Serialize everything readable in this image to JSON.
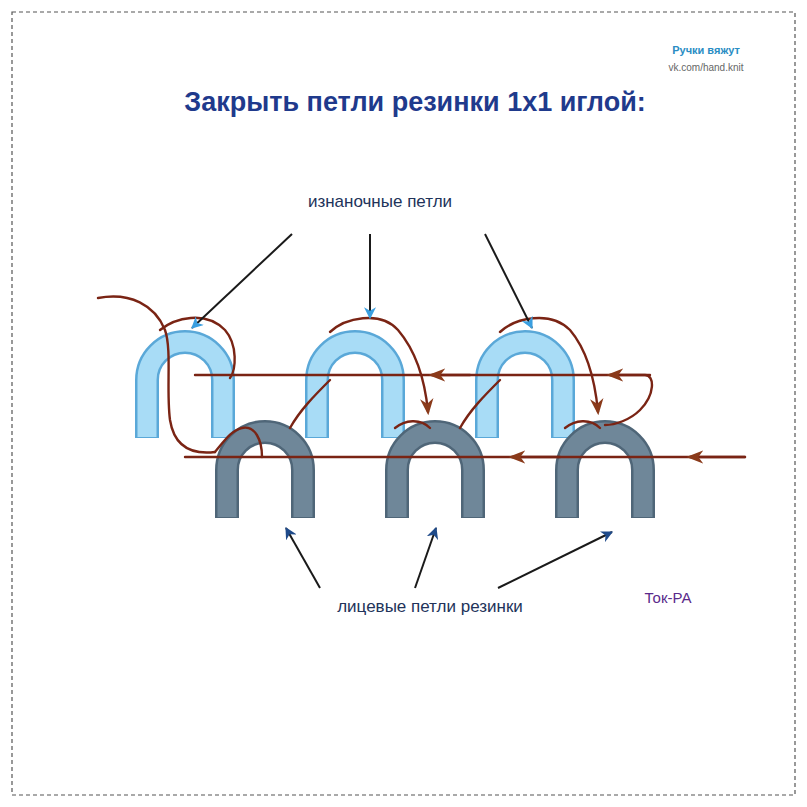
{
  "diagram": {
    "title": "Закрыть петли резинки  1x1 иглой:",
    "labels": [
      "Ручки вяжут",
      "vk.com/hand.knit",
      "изнаночные петли",
      "лицевые петли резинки",
      "Ток-РА"
    ]
  }
}
